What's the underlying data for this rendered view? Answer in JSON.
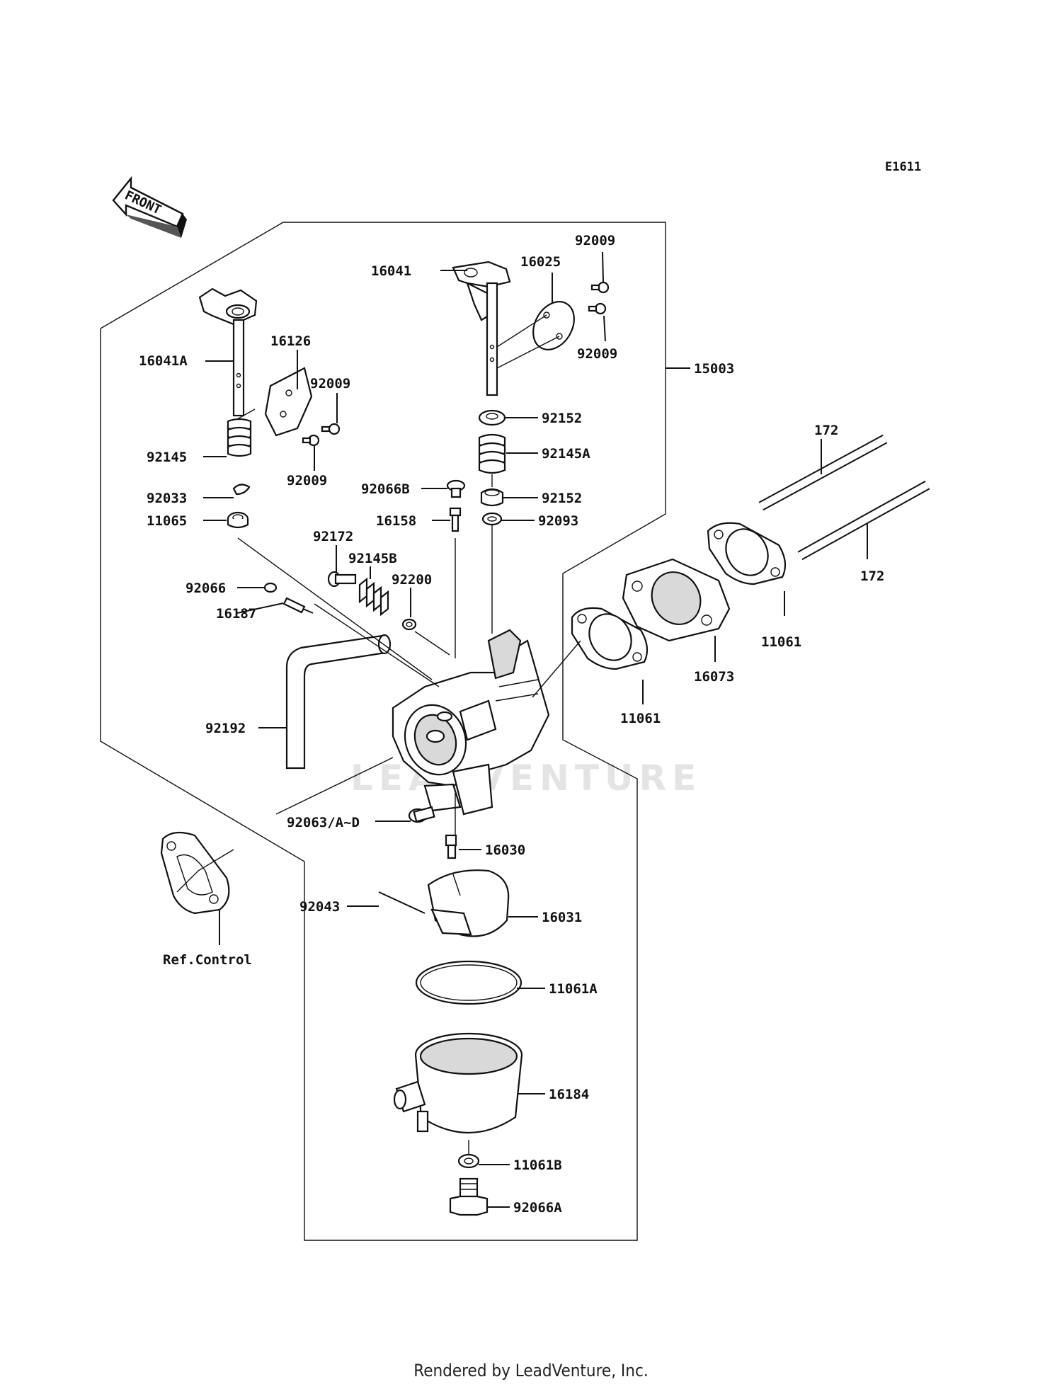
{
  "diagram_code": "E1611",
  "front_label": "FRONT",
  "ref_label": "Ref.Control",
  "watermark": "LEADVENTURE",
  "footer": "Rendered by LeadVenture, Inc.",
  "parts": {
    "p92009_top": "92009",
    "p16041": "16041",
    "p16025": "16025",
    "p92009_mid": "92009",
    "p15003": "15003",
    "p16041A": "16041A",
    "p16126": "16126",
    "p92009_left_a": "92009",
    "p92009_left_b": "92009",
    "p92145": "92145",
    "p92033": "92033",
    "p11065": "11065",
    "p92152_a": "92152",
    "p92145A": "92145A",
    "p92066B": "92066B",
    "p92152_b": "92152",
    "p16158": "16158",
    "p92093": "92093",
    "p172_a": "172",
    "p172_b": "172",
    "p92172": "92172",
    "p92145B": "92145B",
    "p92200": "92200",
    "p92066": "92066",
    "p16187": "16187",
    "p11061_a": "11061",
    "p16073": "16073",
    "p11061_b": "11061",
    "p92192": "92192",
    "p92063": "92063/A~D",
    "p16030": "16030",
    "p92043": "92043",
    "p16031": "16031",
    "p11061A": "11061A",
    "p16184": "16184",
    "p11061B": "11061B",
    "p92066A": "92066A"
  }
}
